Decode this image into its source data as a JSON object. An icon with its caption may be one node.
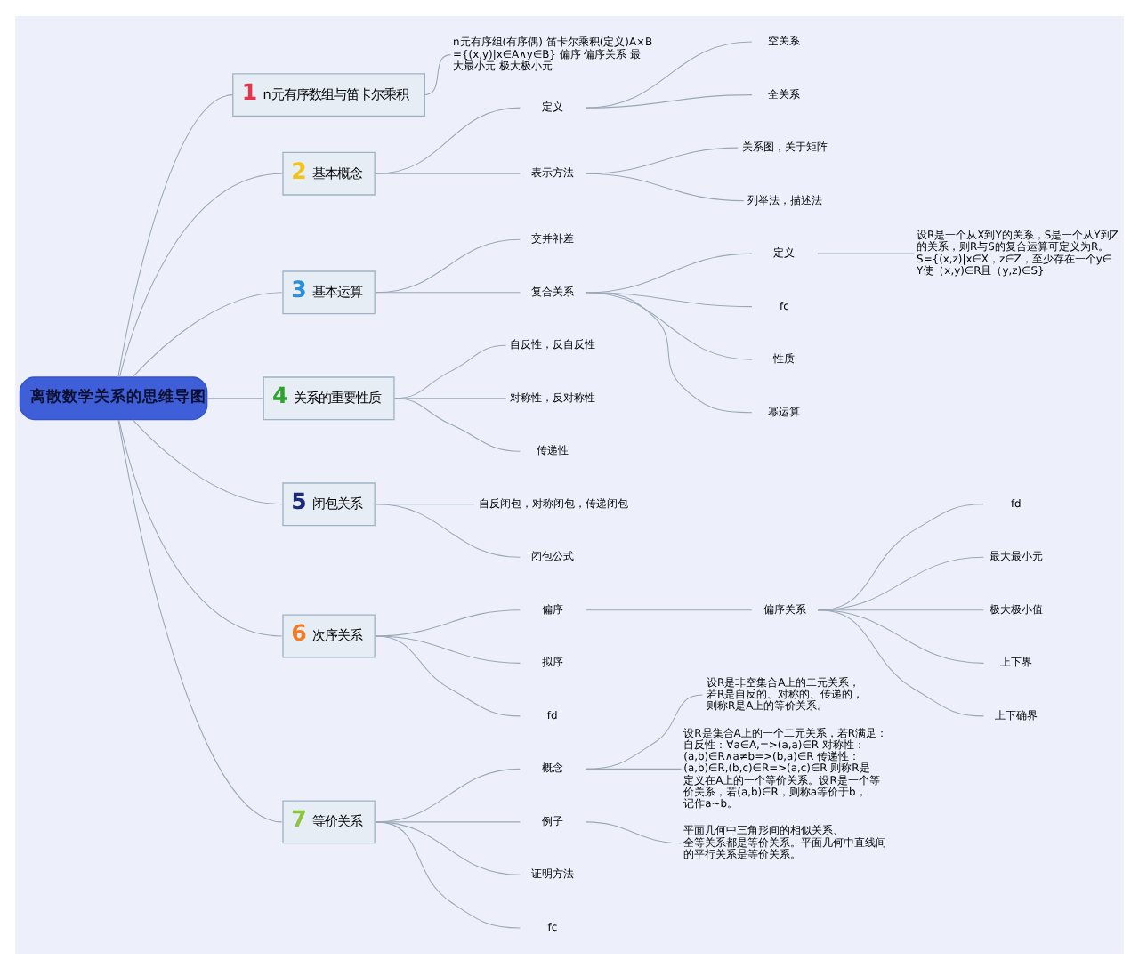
{
  "diagram": {
    "nodes": [
      {
        "text": [
          "离散数学关系的思维导图"
        ]
      },
      {
        "text": [
          "1",
          "n元有序数组与笛卡尔乘积"
        ]
      },
      {
        "text": [
          "n元有序组(有序偶) 笛卡尔乘积(定义)A×B={(x,y)|x∈A∧y∈B} 偏序 偏序关系 最大最小元 极大极小元"
        ]
      },
      {
        "text": [
          "2",
          "基本概念"
        ]
      },
      {
        "text": [
          "定义"
        ]
      },
      {
        "text": [
          "空关系"
        ]
      },
      {
        "text": [
          "全关系"
        ]
      },
      {
        "text": [
          "表示方法"
        ]
      },
      {
        "text": [
          "关系图，关于矩阵"
        ]
      },
      {
        "text": [
          "列举法，描述法"
        ]
      },
      {
        "text": [
          "3",
          "基本运算"
        ]
      },
      {
        "text": [
          "交并补差"
        ]
      },
      {
        "text": [
          "复合关系"
        ]
      },
      {
        "text": [
          "定义"
        ]
      },
      {
        "text": [
          "设R是一个从X到Y的关系，S是一个从Y到Z的关系，则R与S的复合运算可定义为R。S={(x,z)|x∈X，z∈Z，至少存在一个y∈Y使（x,y)∈R且（y,z)∈S}"
        ]
      },
      {
        "text": [
          "fc"
        ]
      },
      {
        "text": [
          "性质"
        ]
      },
      {
        "text": [
          "幂运算"
        ]
      },
      {
        "text": [
          "4",
          "关系的重要性质"
        ]
      },
      {
        "text": [
          "自反性，反自反性"
        ]
      },
      {
        "text": [
          "对称性，反对称性"
        ]
      },
      {
        "text": [
          "传递性"
        ]
      },
      {
        "text": [
          "5",
          "闭包关系"
        ]
      },
      {
        "text": [
          "自反闭包，对称闭包，传递闭包"
        ]
      },
      {
        "text": [
          "闭包公式"
        ]
      },
      {
        "text": [
          "6",
          "次序关系"
        ]
      },
      {
        "text": [
          "偏序"
        ]
      },
      {
        "text": [
          "偏序关系"
        ]
      },
      {
        "text": [
          "fd"
        ]
      },
      {
        "text": [
          "最大最小元"
        ]
      },
      {
        "text": [
          "极大极小值"
        ]
      },
      {
        "text": [
          "上下界"
        ]
      },
      {
        "text": [
          "上下确界"
        ]
      },
      {
        "text": [
          "拟序"
        ]
      },
      {
        "text": [
          "fd"
        ]
      },
      {
        "text": [
          "7",
          "等价关系"
        ]
      },
      {
        "text": [
          "概念"
        ]
      },
      {
        "text": [
          "设R是非空集合A上的二元关系，若R是自反的、对称的、传递的，则称R是A上的等价关系。"
        ]
      },
      {
        "text": [
          "设R是集合A上的一个二元关系，若R满足：自反性：∀a∈A,=>(a,a)∈R 对称性：(a,b)∈R∧a≠b=>(b,a)∈R 传递性：(a,b)∈R,(b,c)∈R=>(a,c)∈R 则称R是定义在A上的一个等价关系。设R是一个等价关系，若(a,b)∈R，则称a等价于b，记作a~b。"
        ]
      },
      {
        "text": [
          "例子"
        ]
      },
      {
        "text": [
          "平面几何中三角形间的相似关系、全等关系都是等价关系。平面几何中直线间的平行关系是等价关系。"
        ]
      },
      {
        "text": [
          "证明方法"
        ]
      },
      {
        "text": [
          "fc"
        ]
      }
    ],
    "edges": [
      {
        "from": 0,
        "to": 1,
        "arrow": "none"
      },
      {
        "from": 1,
        "to": 2,
        "arrow": "none"
      },
      {
        "from": 0,
        "to": 3,
        "arrow": "none"
      },
      {
        "from": 3,
        "to": 4,
        "arrow": "none"
      },
      {
        "from": 4,
        "to": 5,
        "arrow": "none"
      },
      {
        "from": 4,
        "to": 6,
        "arrow": "none"
      },
      {
        "from": 3,
        "to": 7,
        "arrow": "none"
      },
      {
        "from": 7,
        "to": 8,
        "arrow": "none"
      },
      {
        "from": 7,
        "to": 9,
        "arrow": "none"
      },
      {
        "from": 0,
        "to": 10,
        "arrow": "none"
      },
      {
        "from": 10,
        "to": 11,
        "arrow": "none"
      },
      {
        "from": 10,
        "to": 12,
        "arrow": "none"
      },
      {
        "from": 12,
        "to": 13,
        "arrow": "none"
      },
      {
        "from": 13,
        "to": 14,
        "arrow": "none"
      },
      {
        "from": 12,
        "to": 15,
        "arrow": "none"
      },
      {
        "from": 12,
        "to": 16,
        "arrow": "none"
      },
      {
        "from": 12,
        "to": 17,
        "arrow": "none"
      },
      {
        "from": 0,
        "to": 18,
        "arrow": "none"
      },
      {
        "from": 18,
        "to": 19,
        "arrow": "none"
      },
      {
        "from": 18,
        "to": 20,
        "arrow": "none"
      },
      {
        "from": 18,
        "to": 21,
        "arrow": "none"
      },
      {
        "from": 0,
        "to": 22,
        "arrow": "none"
      },
      {
        "from": 22,
        "to": 23,
        "arrow": "none"
      },
      {
        "from": 22,
        "to": 24,
        "arrow": "none"
      },
      {
        "from": 0,
        "to": 25,
        "arrow": "none"
      },
      {
        "from": 25,
        "to": 26,
        "arrow": "none"
      },
      {
        "from": 26,
        "to": 27,
        "arrow": "none"
      },
      {
        "from": 27,
        "to": 28,
        "arrow": "none"
      },
      {
        "from": 27,
        "to": 29,
        "arrow": "none"
      },
      {
        "from": 27,
        "to": 30,
        "arrow": "none"
      },
      {
        "from": 27,
        "to": 31,
        "arrow": "none"
      },
      {
        "from": 27,
        "to": 32,
        "arrow": "none"
      },
      {
        "from": 25,
        "to": 33,
        "arrow": "none"
      },
      {
        "from": 25,
        "to": 34,
        "arrow": "none"
      },
      {
        "from": 0,
        "to": 35,
        "arrow": "none"
      },
      {
        "from": 35,
        "to": 36,
        "arrow": "none"
      },
      {
        "from": 36,
        "to": 37,
        "arrow": "none"
      },
      {
        "from": 36,
        "to": 38,
        "arrow": "none"
      },
      {
        "from": 35,
        "to": 39,
        "arrow": "none"
      },
      {
        "from": 39,
        "to": 40,
        "arrow": "none"
      },
      {
        "from": 35,
        "to": 41,
        "arrow": "none"
      },
      {
        "from": 35,
        "to": 42,
        "arrow": "none"
      }
    ]
  }
}
